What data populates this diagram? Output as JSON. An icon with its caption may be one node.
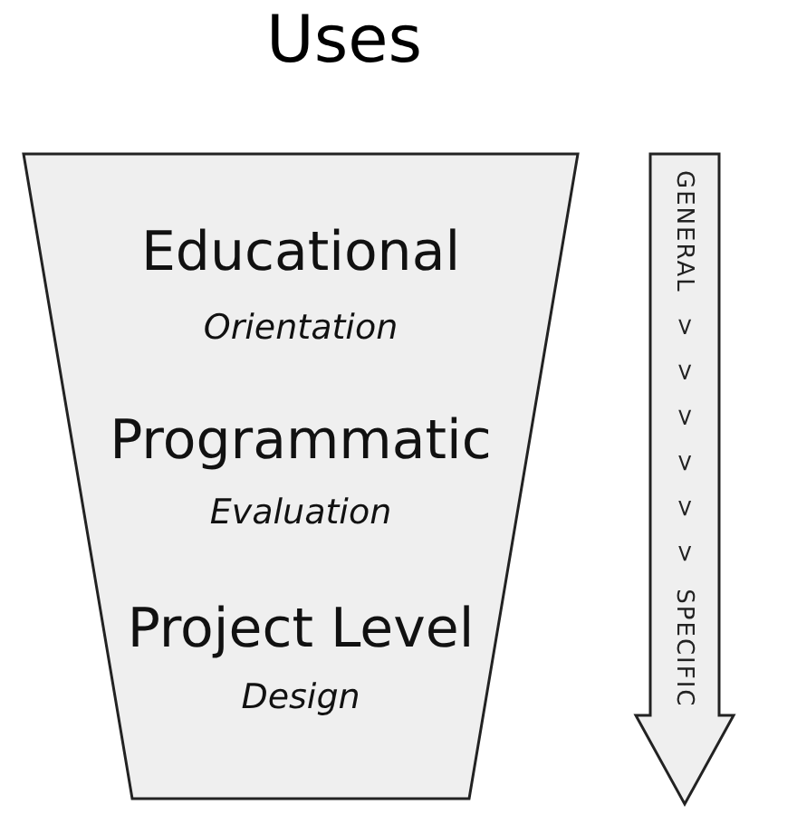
{
  "diagram": {
    "title": "Uses",
    "nodes": [
      {
        "text": [
          "Educational",
          "Orientation",
          "Programmatic",
          "Evaluation",
          "Project Level",
          "Design"
        ]
      },
      {
        "text": [
          "GENERAL > > > > > > SPECIFIC"
        ]
      }
    ]
  }
}
